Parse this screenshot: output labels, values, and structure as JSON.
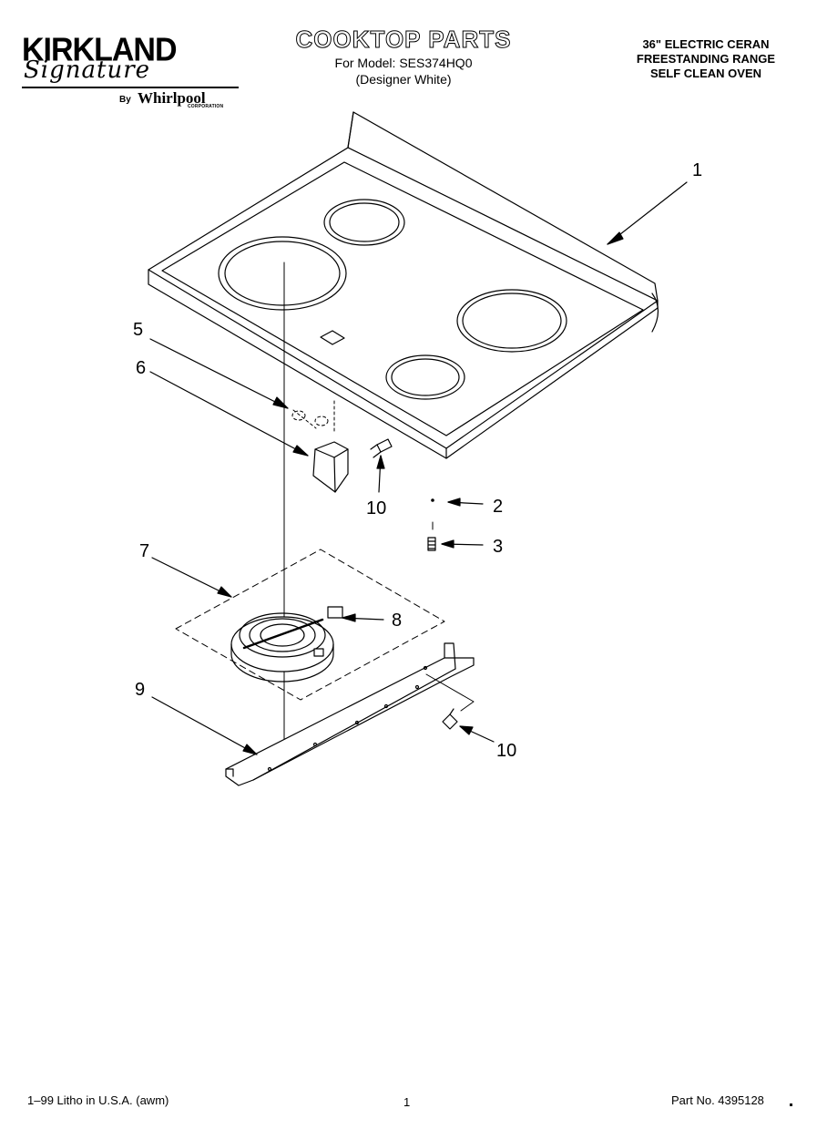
{
  "header": {
    "logo_brand": "KIRKLAND",
    "logo_script": "Signature",
    "logo_by": "By",
    "logo_maker": "Whirlpool",
    "logo_corporation": "CORPORATION",
    "title": "COOKTOP PARTS",
    "model_line": "For Model: SES374HQ0",
    "color_line": "(Designer White)",
    "product_lines": [
      "36\" ELECTRIC CERAN",
      "FREESTANDING RANGE",
      "SELF CLEAN OVEN"
    ]
  },
  "callouts": {
    "c1": "1",
    "c2": "2",
    "c3": "3",
    "c5": "5",
    "c6": "6",
    "c7": "7",
    "c8": "8",
    "c9": "9",
    "c10a": "10",
    "c10b": "10"
  },
  "footer": {
    "litho": "1–99 Litho in U.S.A. (awm)",
    "page": "1",
    "part_no": "Part No. 4395128"
  },
  "colors": {
    "ink": "#000000",
    "paper": "#ffffff"
  }
}
